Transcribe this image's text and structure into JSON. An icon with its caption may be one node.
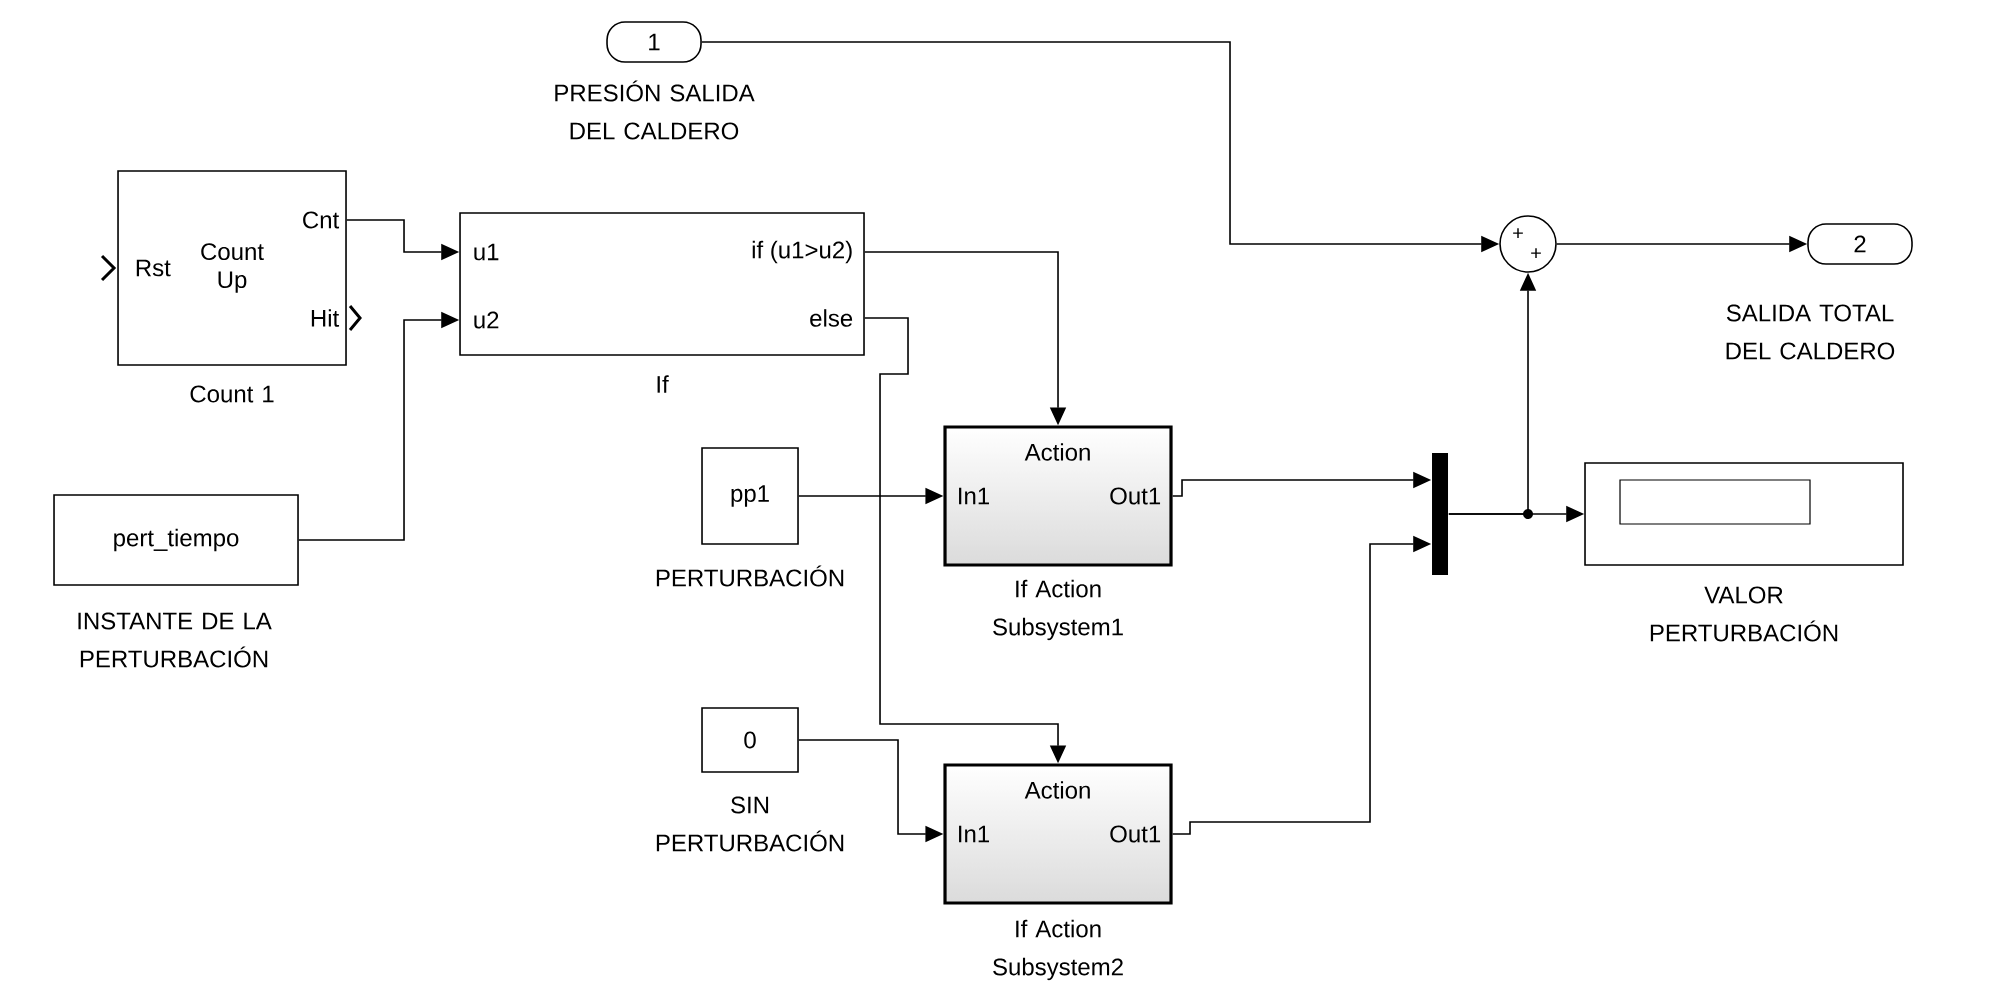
{
  "diagram": {
    "nodes": [
      {
        "text": [
          "1"
        ],
        "beside": [
          "PRESIÓN SALIDA DEL CALDERO"
        ]
      },
      {
        "text": [
          "Rst",
          "Count Up",
          "Cnt",
          "Hit"
        ],
        "beside": [
          "Count 1"
        ]
      },
      {
        "text": [
          "u1",
          "u2",
          "if (u1>u2)",
          "else"
        ],
        "beside": [
          "If"
        ]
      },
      {
        "text": [
          "+",
          "+"
        ]
      },
      {
        "text": [
          "2"
        ],
        "beside": [
          "SALIDA TOTAL DEL CALDERO"
        ]
      },
      {
        "text": [
          "pert_tiempo"
        ],
        "beside": [
          "INSTANTE DE LA PERTURBACIÓN"
        ]
      },
      {
        "text": [
          "pp1"
        ],
        "beside": [
          "PERTURBACIÓN"
        ]
      },
      {
        "text": [
          "Action",
          "In1",
          "Out1"
        ],
        "beside": [
          "If Action Subsystem1"
        ]
      },
      {
        "text": [],
        "shape": "bar"
      },
      {
        "text": [],
        "shape": "box",
        "beside": [
          "VALOR PERTURBACIÓN"
        ]
      },
      {
        "text": [
          "0"
        ],
        "beside": [
          "SIN PERTURBACIÓN"
        ]
      },
      {
        "text": [
          "Action",
          "In1",
          "Out1"
        ],
        "beside": [
          "If Action Subsystem2"
        ]
      }
    ],
    "edges": [
      {
        "from": 0,
        "to": 3,
        "arrow": "to"
      },
      {
        "from": 1,
        "to": 2,
        "arrow": "to"
      },
      {
        "from": 5,
        "to": 2,
        "arrow": "to"
      },
      {
        "from": 2,
        "to": 7,
        "arrow": "to"
      },
      {
        "from": 2,
        "to": 11,
        "arrow": "to"
      },
      {
        "from": 6,
        "to": 7,
        "arrow": "to"
      },
      {
        "from": 10,
        "to": 11,
        "arrow": "to"
      },
      {
        "from": 7,
        "to": 8,
        "arrow": "to"
      },
      {
        "from": 11,
        "to": 8,
        "arrow": "to"
      },
      {
        "from": 8,
        "to": 3,
        "arrow": "to"
      },
      {
        "from": 8,
        "to": 9,
        "arrow": "to"
      },
      {
        "from": 3,
        "to": 4,
        "arrow": "to"
      }
    ]
  }
}
